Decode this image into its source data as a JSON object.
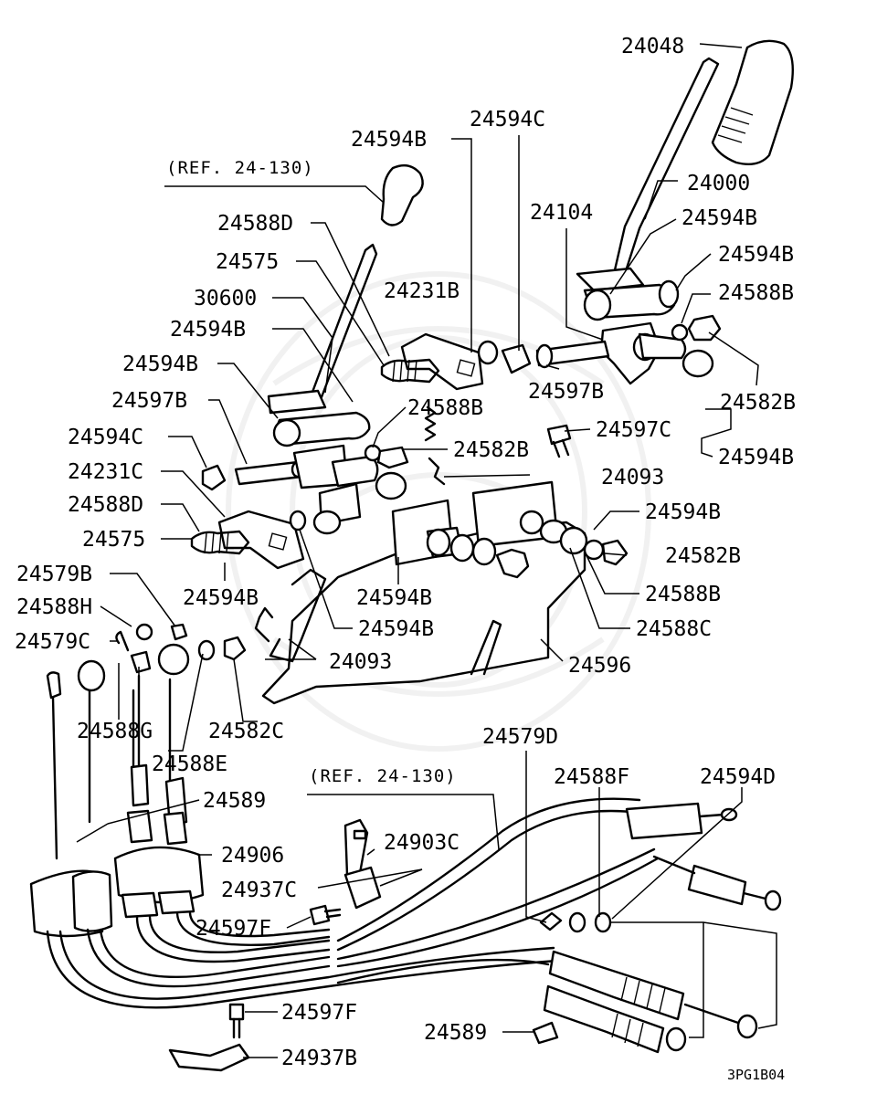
{
  "diagram_code": "3PG1B04",
  "references": [
    "(REF. 24-130)",
    "(REF. 24-130)"
  ],
  "labels": {
    "l_24048": "24048",
    "l_24594C_top": "24594C",
    "l_24594B_top": "24594B",
    "l_24000": "24000",
    "l_24104": "24104",
    "l_24594B_r1": "24594B",
    "l_24594B_r2": "24594B",
    "l_24588B_r": "24588B",
    "l_24588D_top": "24588D",
    "l_24575_top": "24575",
    "l_24231B": "24231B",
    "l_30600": "30600",
    "l_24594B_l1": "24594B",
    "l_24594B_l2": "24594B",
    "l_24582B_r": "24582B",
    "l_24597B_r": "24597B",
    "l_24597B_l": "24597B",
    "l_24588B_mid": "24588B",
    "l_24594C_l": "24594C",
    "l_24582B_mid": "24582B",
    "l_24597C": "24597C",
    "l_24594B_r3": "24594B",
    "l_24231C": "24231C",
    "l_24093_top": "24093",
    "l_24588D_l": "24588D",
    "l_24594B_r4": "24594B",
    "l_24575_l": "24575",
    "l_24582B_low": "24582B",
    "l_24579B": "24579B",
    "l_24594B_l3": "24594B",
    "l_24594B_m": "24594B",
    "l_24588B_low": "24588B",
    "l_24588H": "24588H",
    "l_24594B_m2": "24594B",
    "l_24588C": "24588C",
    "l_24579C": "24579C",
    "l_24093_mid": "24093",
    "l_24596": "24596",
    "l_24588G": "24588G",
    "l_24582C": "24582C",
    "l_24579D": "24579D",
    "l_24588E": "24588E",
    "l_24588F": "24588F",
    "l_24594D": "24594D",
    "l_24589_top": "24589",
    "l_24906": "24906",
    "l_24903C": "24903C",
    "l_24937C": "24937C",
    "l_24597F_top": "24597F",
    "l_24597F_low": "24597F",
    "l_24589_low": "24589",
    "l_24937B": "24937B"
  }
}
